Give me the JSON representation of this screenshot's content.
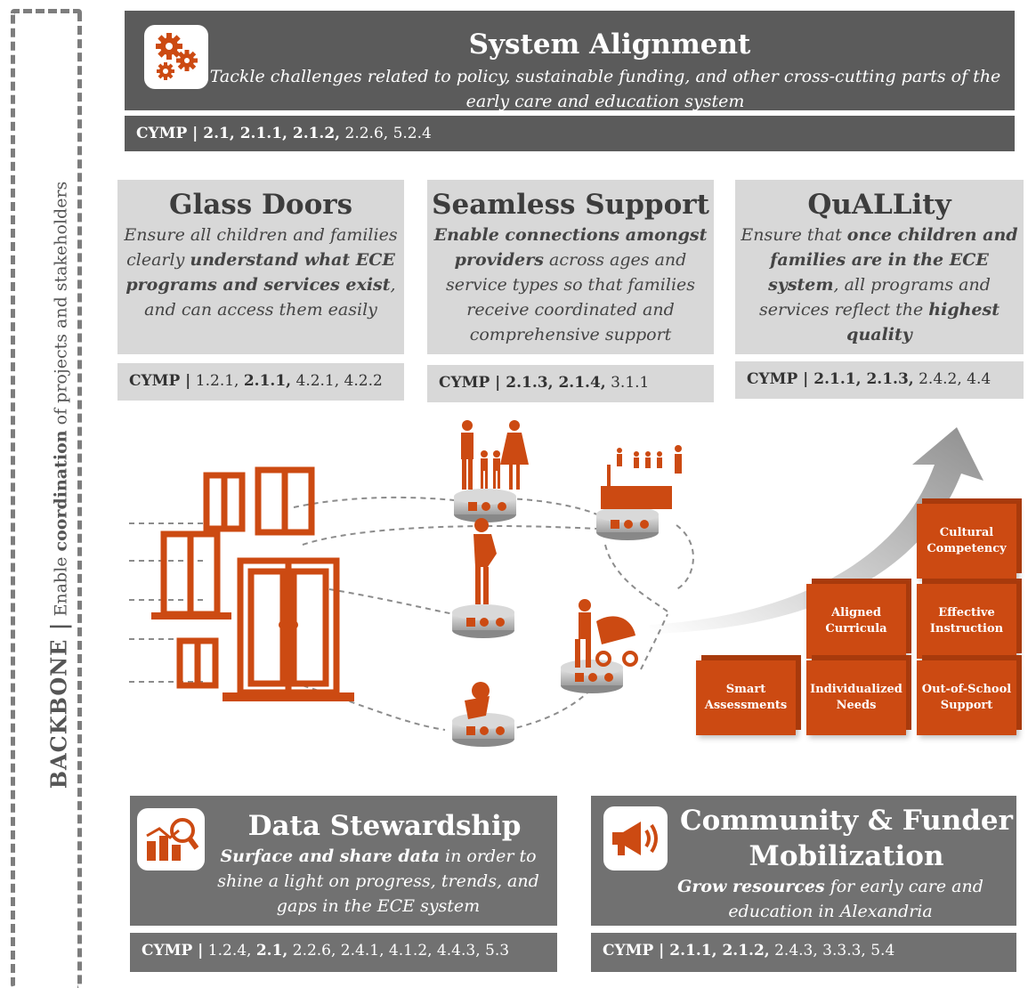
{
  "backbone": {
    "label": "BACKBONE |",
    "text_pre": "Enable ",
    "text_bold": "coordination",
    "text_post": " of projects and stakeholders"
  },
  "system_alignment": {
    "title": "System Alignment",
    "description": "Tackle challenges  related to policy, sustainable funding, and other cross-cutting parts of the early care and education system",
    "cymp_bold": "CYMP | 2.1, 2.1.1, 2.1.2,",
    "cymp_rest": " 2.2.6, 5.2.4"
  },
  "pillars": {
    "glass_doors": {
      "title": "Glass Doors",
      "d1": "Ensure all children and families clearly ",
      "d2": "understand what ECE programs and services exist",
      "d3": ", and can access them easily",
      "cymp_bold": "CYMP |",
      "cymp_a": " 1.2.1, ",
      "cymp_b": "2.1.1,",
      "cymp_c": " 4.2.1, 4.2.2"
    },
    "seamless_support": {
      "title": "Seamless Support",
      "d1": "Enable connections amongst providers",
      "d2": " across ages and service types so that families receive coordinated and comprehensive support",
      "cymp_bold": "CYMP | 2.1.3, 2.1.4,",
      "cymp_rest": " 3.1.1"
    },
    "quality": {
      "title": "QuALLity",
      "d1": "Ensure that ",
      "d2": "once children and families are in the ECE system",
      "d3": ", all programs and services reflect the ",
      "d4": "highest quality",
      "cymp_bold": "CYMP | 2.1.1, 2.1.3,",
      "cymp_rest": " 2.4.2, 4.4"
    }
  },
  "blocks": {
    "cultural": "Cultural Competency",
    "aligned": "Aligned Curricula",
    "effective": "Effective Instruction",
    "smart": "Smart Assessments",
    "individualized": "Individualized Needs",
    "out_of_school": "Out-of-School Support"
  },
  "data_stewardship": {
    "title": "Data Stewardship",
    "d1": "Surface and share data",
    "d2": "  in order to shine a light on progress, trends, and gaps in the ECE system",
    "cymp_bold": "CYMP |",
    "cymp_a": " 1.2.4, ",
    "cymp_b": "2.1,",
    "cymp_c": " 2.2.6, 2.4.1, 4.1.2, 4.4.3, 5.3"
  },
  "community": {
    "title": "Community & Funder Mobilization",
    "d1": "Grow resources",
    "d2": " for early care and education in Alexandria",
    "cymp_bold": "CYMP | 2.1.1, 2.1.2,",
    "cymp_rest": " 2.4.3, 3.3.3, 5.4"
  },
  "colors": {
    "accent": "#cc4a12",
    "dark": "#5b5b5b",
    "light": "#d8d8d8",
    "bottom": "#717171"
  }
}
